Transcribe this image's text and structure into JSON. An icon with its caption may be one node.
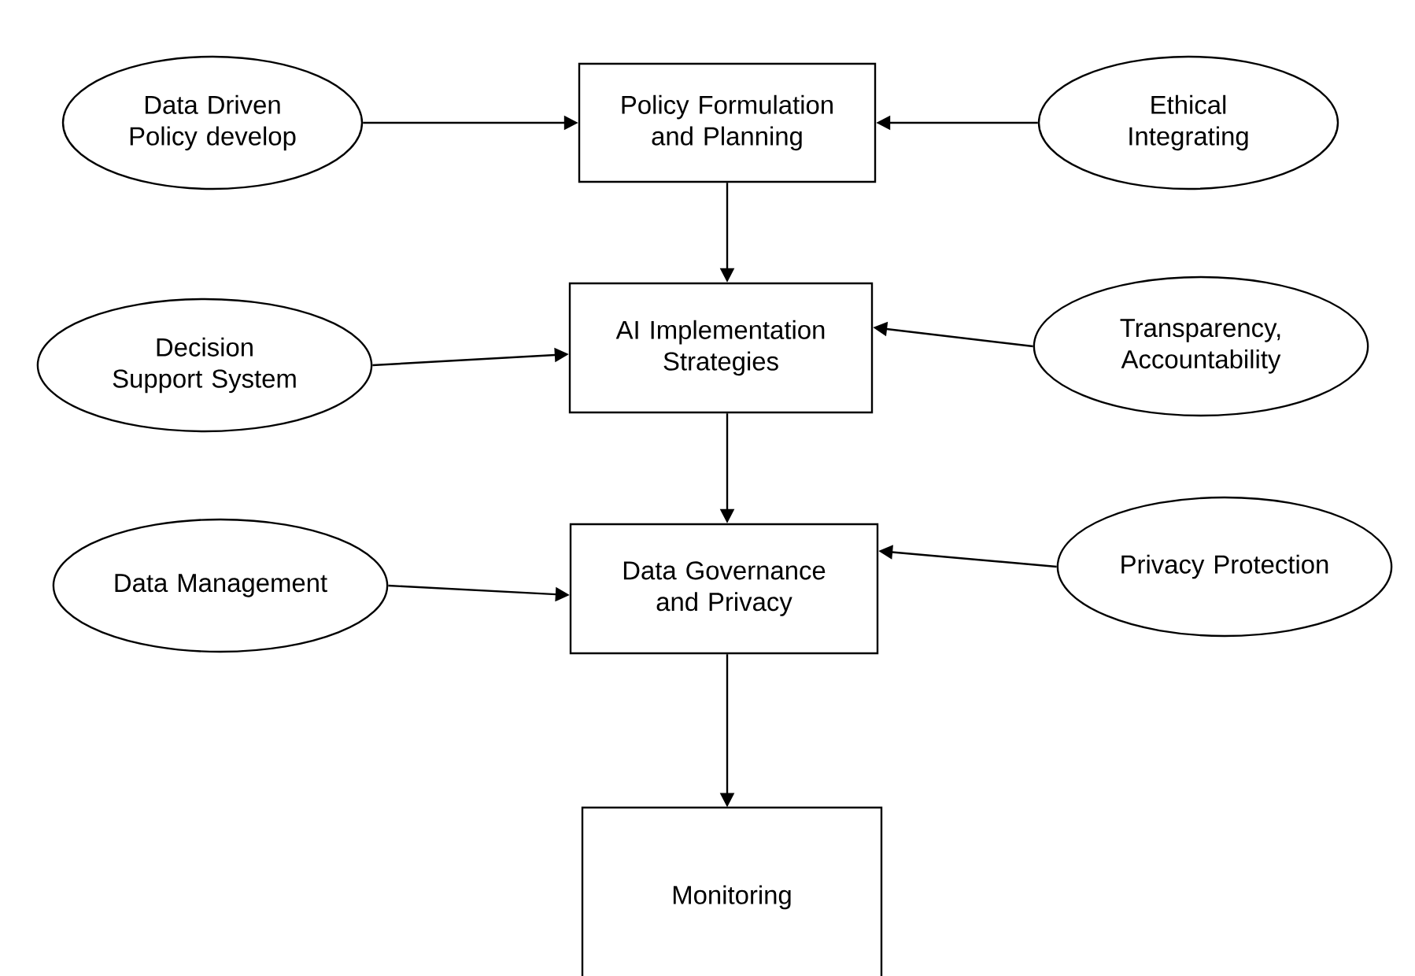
{
  "diagram": {
    "nodes": [
      {
        "text": [
          "Data Driven Policy develop"
        ]
      },
      {
        "text": [
          "Policy Formulation and Planning"
        ]
      },
      {
        "text": [
          "Ethical Integrating"
        ]
      },
      {
        "text": [
          "Decision Support System"
        ]
      },
      {
        "text": [
          "AI Implementation Strategies"
        ]
      },
      {
        "text": [
          "Transparency, Accountability"
        ]
      },
      {
        "text": [
          "Data Management"
        ]
      },
      {
        "text": [
          "Data Governance and Privacy"
        ]
      },
      {
        "text": [
          "Privacy Protection"
        ]
      },
      {
        "text": [
          "Monitoring"
        ]
      }
    ],
    "edges": [
      {
        "from": 0,
        "to": 1,
        "arrow": "to"
      },
      {
        "from": 2,
        "to": 1,
        "arrow": "to"
      },
      {
        "from": 1,
        "to": 4,
        "arrow": "to"
      },
      {
        "from": 3,
        "to": 4,
        "arrow": "to"
      },
      {
        "from": 5,
        "to": 4,
        "arrow": "to"
      },
      {
        "from": 4,
        "to": 7,
        "arrow": "to"
      },
      {
        "from": 6,
        "to": 7,
        "arrow": "to"
      },
      {
        "from": 8,
        "to": 7,
        "arrow": "to"
      },
      {
        "from": 7,
        "to": 9,
        "arrow": "to"
      }
    ]
  }
}
